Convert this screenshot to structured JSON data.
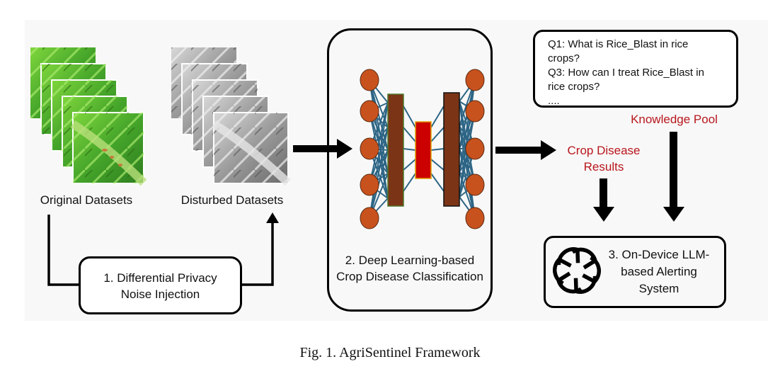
{
  "labels": {
    "original": "Original Datasets",
    "disturbed": "Disturbed Datasets",
    "step1_line1": "1. Differential Privacy",
    "step1_line2": "Noise Injection",
    "step2_line1": "2. Deep Learning-based",
    "step2_line2": "Crop Disease Classification",
    "results_line1": "Crop Disease",
    "results_line2": "Results",
    "knowledge_pool": "Knowledge Pool",
    "step3_line1": "3. On-Device LLM-",
    "step3_line2": "based Alerting",
    "step3_line3": "System"
  },
  "knowledge": {
    "lines": [
      "Q1: What is Rice_Blast in rice",
      "crops?",
      "Q3: How can I treat Rice_Blast in",
      "rice crops?",
      "...."
    ]
  },
  "caption": "Fig. 1.  AgriSentinel Framework",
  "colors": {
    "accent_red": "#b8161c",
    "node_orange": "#c8521e",
    "layer_brown": "#7b3416",
    "layer_red": "#cc0000",
    "edge_blue": "#2d6585",
    "leaf_green": "#4aa82a"
  },
  "icons": {
    "llm_logo": "openai-logo-icon"
  }
}
